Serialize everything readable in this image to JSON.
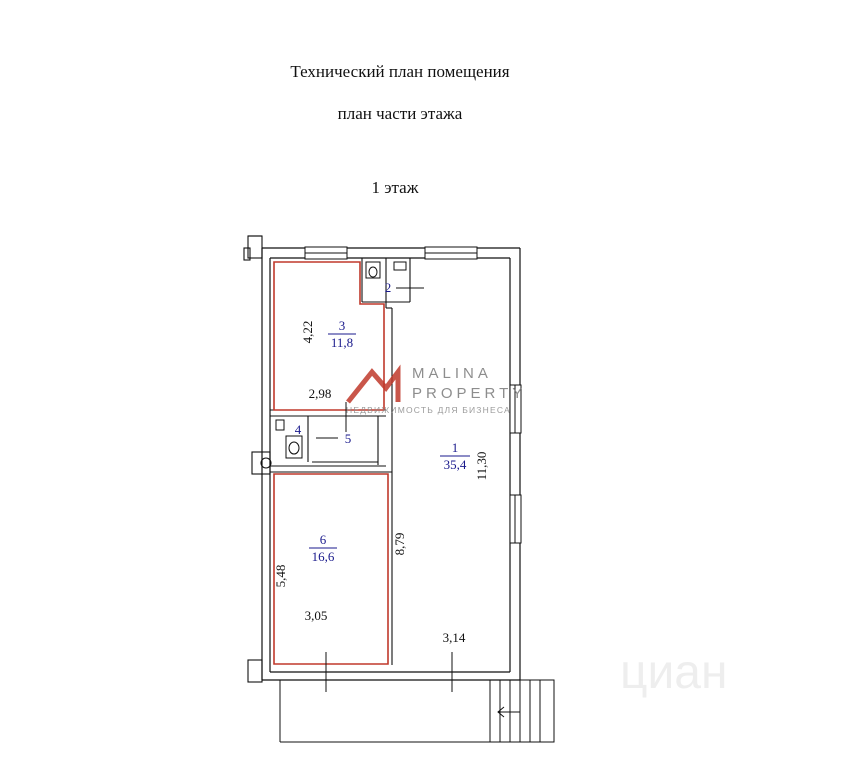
{
  "header": {
    "title": "Технический план помещения",
    "subtitle": "план части этажа",
    "floor_label": "1 этаж"
  },
  "rooms": [
    {
      "id": "1",
      "area": "35,4"
    },
    {
      "id": "2",
      "area": ""
    },
    {
      "id": "3",
      "area": "11,8"
    },
    {
      "id": "4",
      "area": ""
    },
    {
      "id": "5",
      "area": ""
    },
    {
      "id": "6",
      "area": "16,6"
    }
  ],
  "dimensions": {
    "room3_height": "4,22",
    "room3_width": "2,98",
    "room1_height": "11,30",
    "room1_partition": "8,79",
    "room1_width": "3,14",
    "room6_height": "5,48",
    "room6_width": "3,05"
  },
  "watermark": {
    "brand_line1": "MALINA",
    "brand_line2": "PROPERTY",
    "tagline": "НЕДВИЖИМОСТЬ ДЛЯ БИЗНЕСА",
    "corner_text": "циан"
  },
  "colors": {
    "wall": "#111111",
    "highlight": "#c0392b",
    "room_number": "#1a1a8c",
    "watermark_logo": "#c0392b"
  }
}
